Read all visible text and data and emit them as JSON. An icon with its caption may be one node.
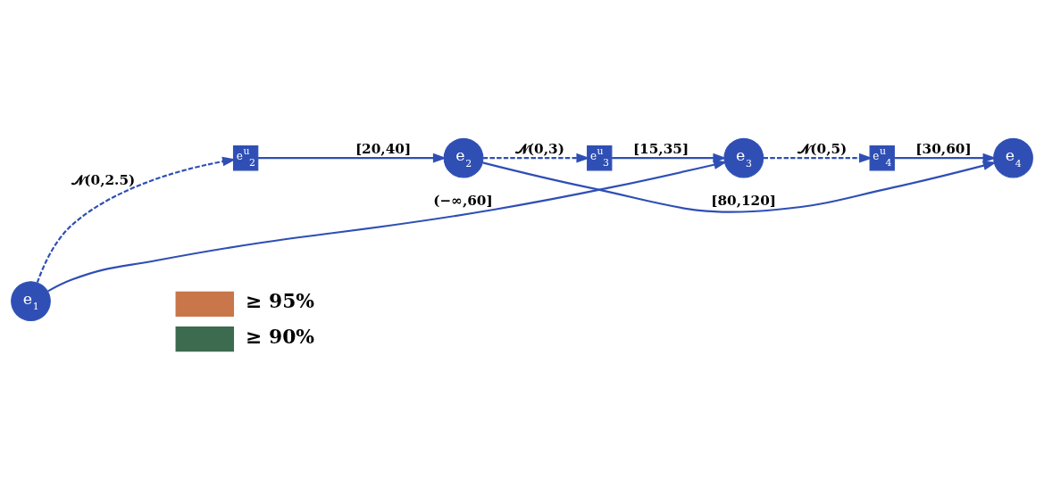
{
  "diagram": {
    "nodes": [
      {
        "text": [
          "e$_{1}$"
        ]
      },
      {
        "text": [
          "e$^{u}$$_{2}$"
        ]
      },
      {
        "text": [
          "e$_{2}$"
        ]
      },
      {
        "text": [
          "e$^{u}$$_{3}$"
        ]
      },
      {
        "text": [
          "e$_{3}$"
        ]
      },
      {
        "text": [
          "e$^{u}$$_{4}$"
        ]
      },
      {
        "text": [
          "e$_{4}$"
        ]
      }
    ],
    "edges": [
      {
        "from": 0,
        "to": 1,
        "arrow": "to",
        "style": "dashed",
        "label": "𝓝(0,2.5)"
      },
      {
        "from": 1,
        "to": 2,
        "arrow": "to",
        "label": "[20,40]"
      },
      {
        "from": 2,
        "to": 3,
        "arrow": "to",
        "style": "dashed",
        "label": "𝓝(0,3)"
      },
      {
        "from": 3,
        "to": 4,
        "arrow": "to",
        "label": "[15,35]"
      },
      {
        "from": 4,
        "to": 5,
        "arrow": "to",
        "style": "dashed",
        "label": "𝓝(0,5)"
      },
      {
        "from": 5,
        "to": 6,
        "arrow": "to",
        "label": "[30,60]"
      },
      {
        "from": 0,
        "to": 4,
        "arrow": "to",
        "label": "(−∞,60]"
      },
      {
        "from": 2,
        "to": 6,
        "arrow": "to",
        "label": "[80,120]"
      }
    ],
    "legend": [
      {
        "text": "≥ 95%",
        "color": "#c8764a"
      },
      {
        "text": "≥ 90%",
        "color": "#3d6b50"
      }
    ]
  }
}
